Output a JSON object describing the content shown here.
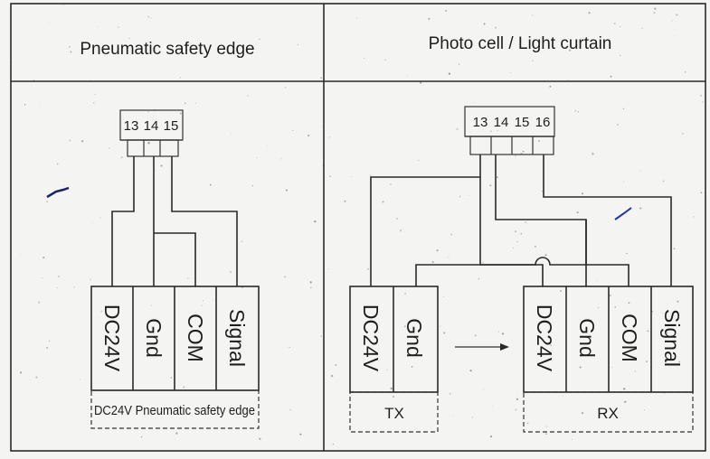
{
  "headers": {
    "left": "Pneumatic safety edge",
    "right": "Photo cell / Light curtain"
  },
  "left_panel": {
    "terminals": [
      "13",
      "14",
      "15"
    ],
    "device_labels": [
      "DC24V",
      "Gnd",
      "COM",
      "Signal"
    ],
    "device_caption": "DC24V Pneumatic safety edge"
  },
  "right_panel": {
    "terminals": [
      "13",
      "14",
      "15",
      "16"
    ],
    "tx_labels": [
      "DC24V",
      "Gnd"
    ],
    "tx_caption": "TX",
    "rx_labels": [
      "DC24V",
      "Gnd",
      "COM",
      "Signal"
    ],
    "rx_caption": "RX"
  },
  "colors": {
    "paper": "#f4f4f2",
    "ink": "#2a2a2a"
  }
}
